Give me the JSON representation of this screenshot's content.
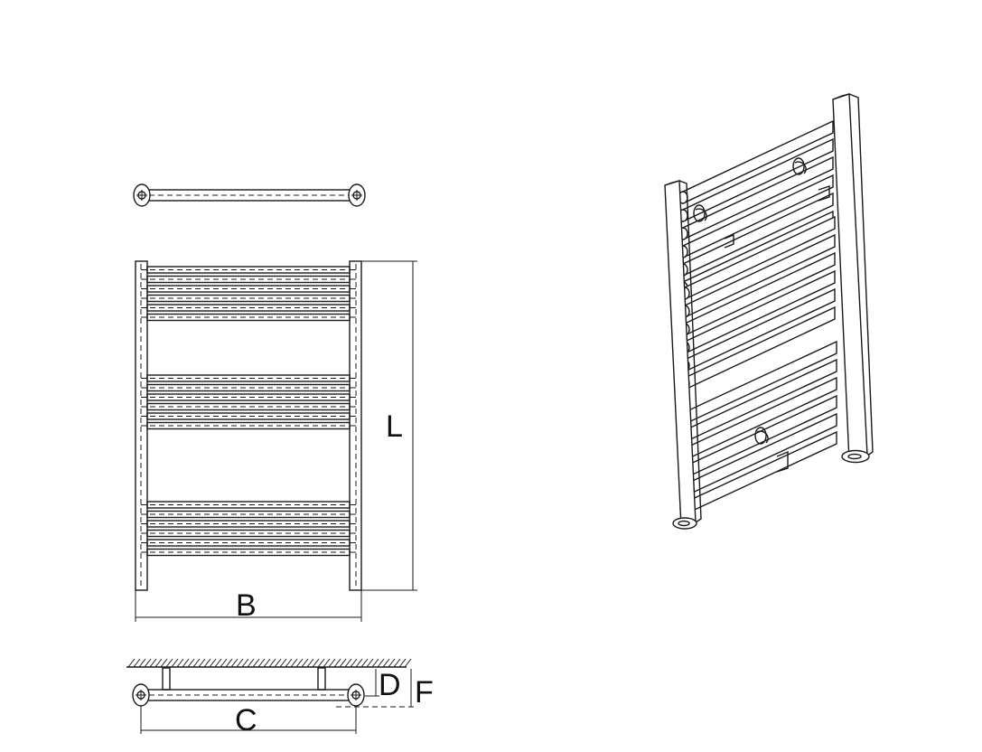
{
  "dimensions": {
    "height_label": "L",
    "width_label": "B",
    "center_label": "C",
    "wall_offset_label": "D",
    "depth_label": "F"
  },
  "colors": {
    "line": "#1a1a1a",
    "background": "#ffffff"
  },
  "rails": {
    "front_view_bar_groups": 3,
    "bars_per_group": [
      6,
      6,
      6
    ]
  }
}
